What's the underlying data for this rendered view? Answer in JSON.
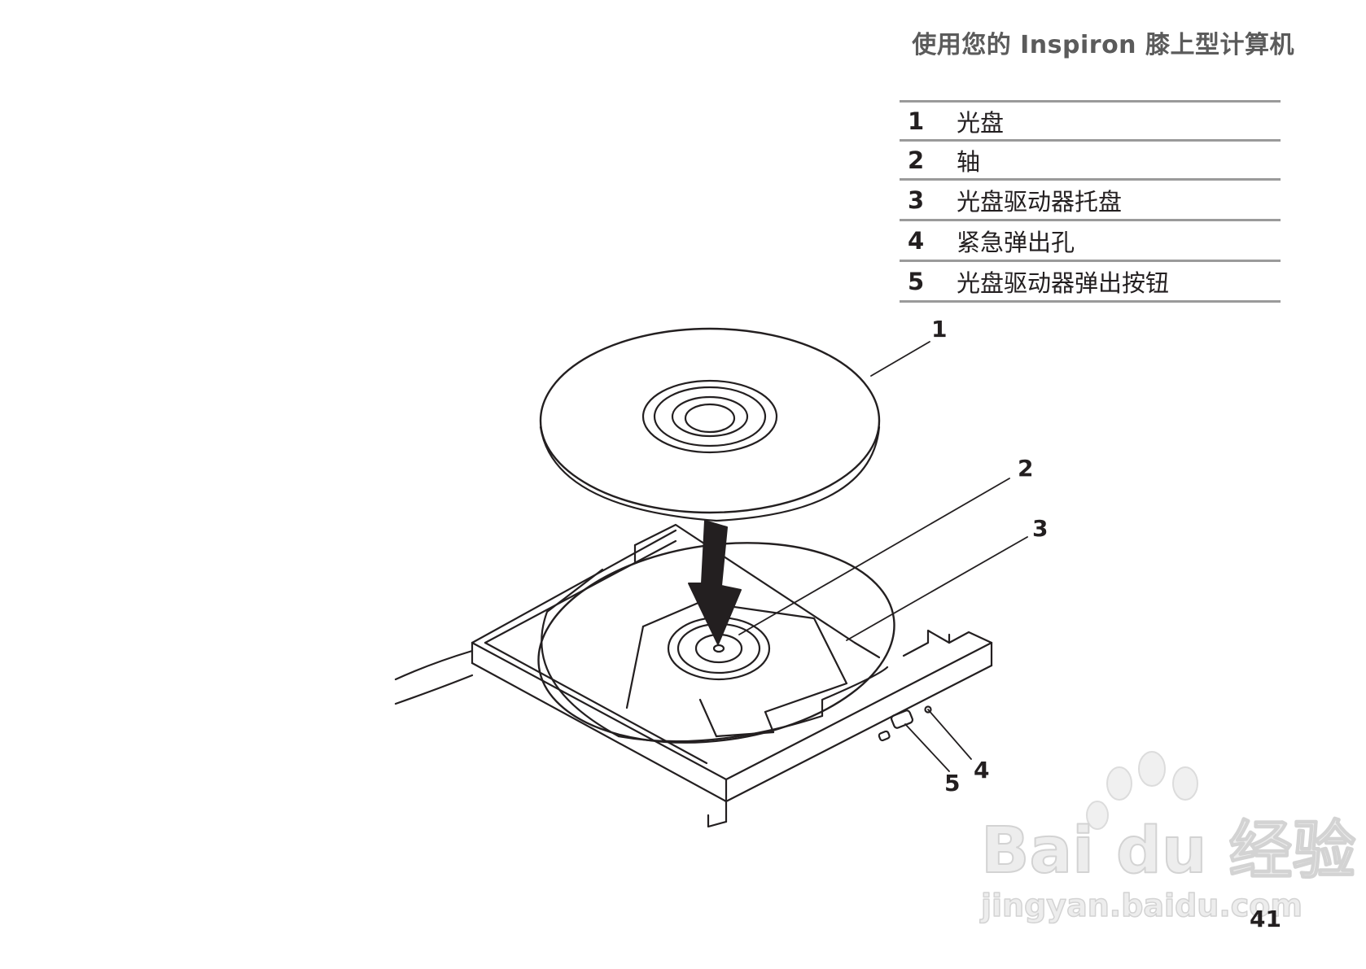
{
  "header": {
    "title": "使用您的 Inspiron 膝上型计算机"
  },
  "legend": {
    "items": [
      {
        "number": "1",
        "label": "光盘"
      },
      {
        "number": "2",
        "label": "轴"
      },
      {
        "number": "3",
        "label": "光盘驱动器托盘"
      },
      {
        "number": "4",
        "label": "紧急弹出孔"
      },
      {
        "number": "5",
        "label": "光盘驱动器弹出按钮"
      }
    ]
  },
  "figure": {
    "callouts": [
      "1",
      "2",
      "3",
      "4",
      "5"
    ]
  },
  "watermark": {
    "brand": "Bai du 经验",
    "url": "jingyan.baidu.com"
  },
  "page": {
    "number": "41"
  }
}
